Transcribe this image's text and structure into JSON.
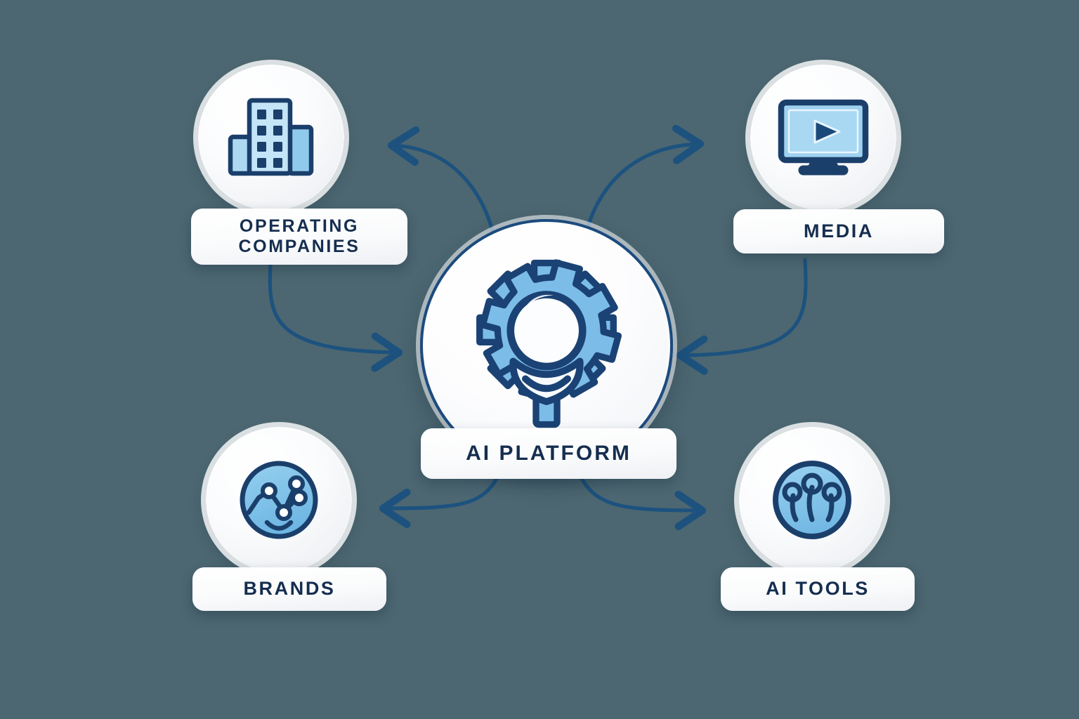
{
  "background_color": "#4c6771",
  "palette": {
    "navy": "#1c3a5e",
    "outline_navy": "#1c4b7e",
    "icon_blue": "#7cbce8",
    "icon_blue_light": "#bfe0f5",
    "chip_white": "#ffffff",
    "arrow": "#1d527f"
  },
  "diagram": {
    "type": "hub-and-spoke",
    "center": {
      "id": "ai-platform",
      "label": "AI PLATFORM",
      "icon": "gear-robot-head-icon"
    },
    "nodes": [
      {
        "id": "operating-companies",
        "label": "OPERATING\nCOMPANIES",
        "icon": "office-building-icon",
        "position": "top-left"
      },
      {
        "id": "media",
        "label": "MEDIA",
        "icon": "monitor-play-icon",
        "position": "top-right"
      },
      {
        "id": "brands",
        "label": "BRANDS",
        "icon": "network-graph-globe-icon",
        "position": "bottom-left"
      },
      {
        "id": "ai-tools",
        "label": "AI TOOLS",
        "icon": "circuit-nodes-icon",
        "position": "bottom-right"
      }
    ],
    "connections": [
      {
        "from": "ai-platform",
        "to": "operating-companies",
        "direction": "outbound"
      },
      {
        "from": "operating-companies",
        "to": "ai-platform",
        "direction": "inbound"
      },
      {
        "from": "ai-platform",
        "to": "media",
        "direction": "outbound"
      },
      {
        "from": "media",
        "to": "ai-platform",
        "direction": "inbound"
      },
      {
        "from": "ai-platform",
        "to": "brands",
        "direction": "outbound"
      },
      {
        "from": "ai-platform",
        "to": "ai-tools",
        "direction": "outbound"
      }
    ]
  }
}
